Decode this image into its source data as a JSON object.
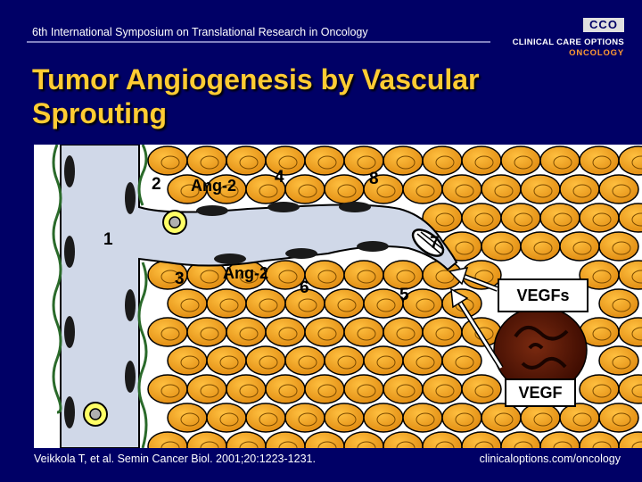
{
  "header": {
    "conference": "6th International Symposium on Translational Research in Oncology"
  },
  "logo": {
    "mark": "CCO",
    "line1": "CLINICAL CARE OPTIONS",
    "line2": "ONCOLOGY"
  },
  "title": "Tumor Angiogenesis by Vascular Sprouting",
  "diagram": {
    "labels": {
      "n1": "1",
      "n2": "2",
      "n3": "3",
      "n4": "4",
      "n5": "5",
      "n6": "6",
      "n7": "7",
      "n8": "8",
      "ang_top": "Ang-2",
      "ang_bottom": "Ang-2"
    },
    "callouts": {
      "vegfs": "VEGFs",
      "vegf": "VEGF"
    },
    "colors": {
      "tumor_cell": "#f0a020",
      "vessel": "#d0d8e8",
      "endothelial": "#1a1a1a",
      "pericyte": "#2a6a2a"
    }
  },
  "footer": {
    "citation": "Veikkola T, et al. Semin Cancer Biol. 2001;20:1223-1231.",
    "url": "clinicaloptions.com/oncology"
  }
}
